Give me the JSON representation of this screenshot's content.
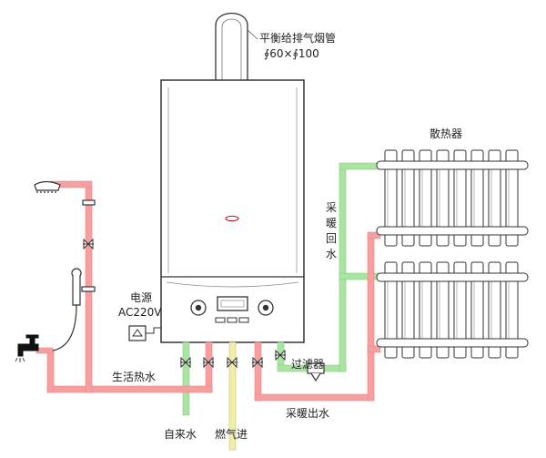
{
  "labels": {
    "flue": "平衡给排气烟管",
    "flue_spec": "∮60×∮100",
    "power": "电源",
    "power_spec": "AC220V",
    "radiator": "散热器",
    "heating_return": "采暖回水",
    "filter": "过滤器",
    "hot_water": "生活热水",
    "heating_supply": "采暖出水",
    "cold_water": "自来水",
    "gas_in": "燃气进"
  },
  "colors": {
    "hot_pipe": "#f4a0a0",
    "cold_pipe": "#a8e6a0",
    "gas_pipe": "#f2f0a0",
    "outline": "#333333"
  }
}
